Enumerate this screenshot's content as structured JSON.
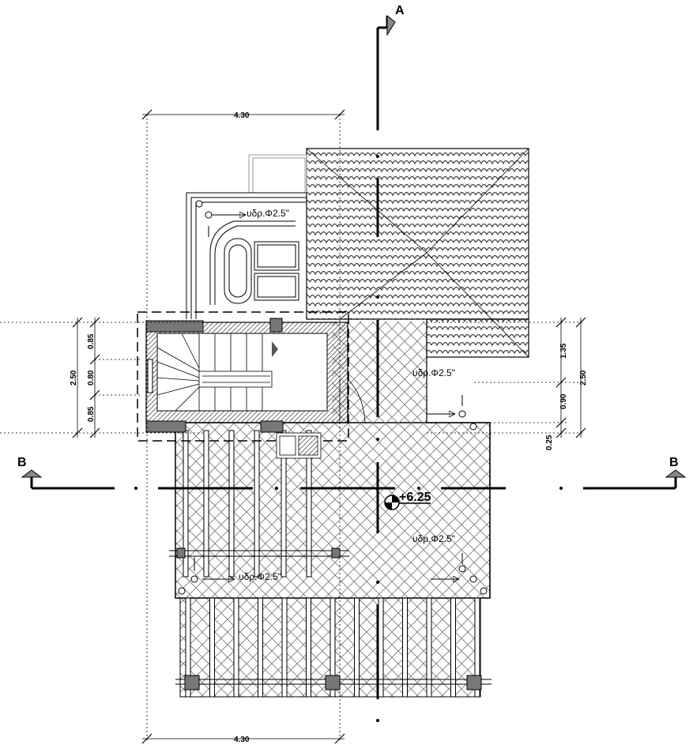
{
  "section_markers": {
    "a": "A",
    "b_left": "B",
    "b_right": "B"
  },
  "dimensions": {
    "top_width": "4.30",
    "bottom_width": "4.30",
    "left_total": "2.50",
    "left_seg_1": "0.85",
    "left_seg_2": "0.80",
    "left_seg_3": "0.85",
    "right_total": "2.50",
    "right_seg_1": "1.35",
    "right_seg_2": "0.90",
    "right_seg_3": "0.25"
  },
  "drain_labels": {
    "top_left": "υδρ.Φ2.5\"",
    "right_upper": "υδρ.Φ2.5\"",
    "right_lower": "υδρ.Φ2.5\"",
    "bottom_left": "υδρ.Φ2.5\""
  },
  "level_mark": "+6.25"
}
